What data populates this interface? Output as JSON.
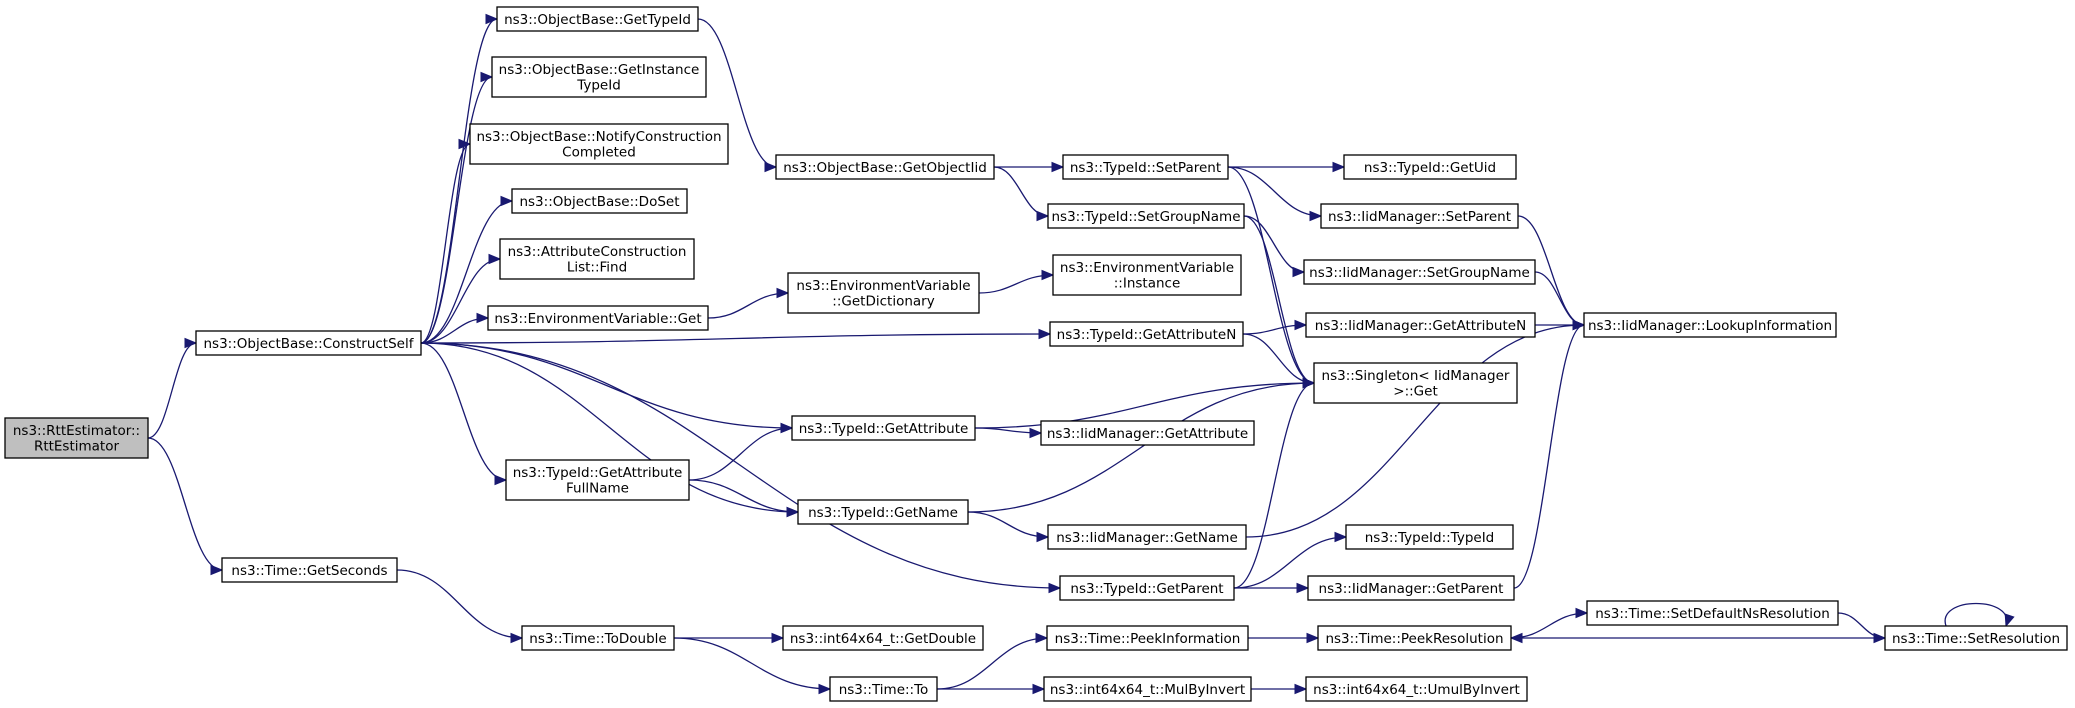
{
  "nodes": {
    "rtt": [
      "ns3::RttEstimator::",
      "RttEstimator"
    ],
    "construct": [
      "ns3::ObjectBase::ConstructSelf"
    ],
    "getseconds": [
      "ns3::Time::GetSeconds"
    ],
    "gettypeid": [
      "ns3::ObjectBase::GetTypeId"
    ],
    "getinstance": [
      "ns3::ObjectBase::GetInstance",
      "TypeId"
    ],
    "notify": [
      "ns3::ObjectBase::NotifyConstruction",
      "Completed"
    ],
    "doset": [
      "ns3::ObjectBase::DoSet"
    ],
    "attrfind": [
      "ns3::AttributeConstruction",
      "List::Find"
    ],
    "envget": [
      "ns3::EnvironmentVariable::Get"
    ],
    "getattrfull": [
      "ns3::TypeId::GetAttribute",
      "FullName"
    ],
    "todouble": [
      "ns3::Time::ToDouble"
    ],
    "getobjectiid": [
      "ns3::ObjectBase::GetObjectIid"
    ],
    "getdict": [
      "ns3::EnvironmentVariable",
      "::GetDictionary"
    ],
    "getattribute": [
      "ns3::TypeId::GetAttribute"
    ],
    "getname": [
      "ns3::TypeId::GetName"
    ],
    "getdouble": [
      "ns3::int64x64_t::GetDouble"
    ],
    "timeto": [
      "ns3::Time::To"
    ],
    "setparent": [
      "ns3::TypeId::SetParent"
    ],
    "setgroupname": [
      "ns3::TypeId::SetGroupName"
    ],
    "envinstance": [
      "ns3::EnvironmentVariable",
      "::Instance"
    ],
    "getattributen": [
      "ns3::TypeId::GetAttributeN"
    ],
    "iidgetattribute": [
      "ns3::IidManager::GetAttribute"
    ],
    "iidgetname": [
      "ns3::IidManager::GetName"
    ],
    "getparent": [
      "ns3::TypeId::GetParent"
    ],
    "peekinfo": [
      "ns3::Time::PeekInformation"
    ],
    "mulbyinvert": [
      "ns3::int64x64_t::MulByInvert"
    ],
    "getuid": [
      "ns3::TypeId::GetUid"
    ],
    "iidsetparent": [
      "ns3::IidManager::SetParent"
    ],
    "iidsetgroupname": [
      "ns3::IidManager::SetGroupName"
    ],
    "iidgetattributen": [
      "ns3::IidManager::GetAttributeN"
    ],
    "singleton": [
      "ns3::Singleton< IidManager",
      ">::Get"
    ],
    "typeidtypeid": [
      "ns3::TypeId::TypeId"
    ],
    "iidgetparent": [
      "ns3::IidManager::GetParent"
    ],
    "peekres": [
      "ns3::Time::PeekResolution"
    ],
    "umulbyinvert": [
      "ns3::int64x64_t::UmulByInvert"
    ],
    "lookup": [
      "ns3::IidManager::LookupInformation"
    ],
    "setdefaultns": [
      "ns3::Time::SetDefaultNsResolution"
    ],
    "setres": [
      "ns3::Time::SetResolution"
    ]
  },
  "edges": [
    [
      "rtt",
      "construct"
    ],
    [
      "rtt",
      "getseconds"
    ],
    [
      "construct",
      "gettypeid"
    ],
    [
      "construct",
      "getinstance"
    ],
    [
      "construct",
      "notify"
    ],
    [
      "construct",
      "doset"
    ],
    [
      "construct",
      "attrfind"
    ],
    [
      "construct",
      "envget"
    ],
    [
      "construct",
      "getattributen"
    ],
    [
      "construct",
      "getattribute"
    ],
    [
      "construct",
      "getattrfull"
    ],
    [
      "construct",
      "getname"
    ],
    [
      "construct",
      "getparent"
    ],
    [
      "gettypeid",
      "getobjectiid"
    ],
    [
      "getobjectiid",
      "setparent"
    ],
    [
      "getobjectiid",
      "setgroupname"
    ],
    [
      "setparent",
      "getuid"
    ],
    [
      "setparent",
      "iidsetparent"
    ],
    [
      "setparent",
      "singleton"
    ],
    [
      "setgroupname",
      "iidsetgroupname"
    ],
    [
      "setgroupname",
      "singleton"
    ],
    [
      "envget",
      "getdict"
    ],
    [
      "getdict",
      "envinstance"
    ],
    [
      "getattributen",
      "iidgetattributen"
    ],
    [
      "getattributen",
      "singleton"
    ],
    [
      "getattribute",
      "singleton"
    ],
    [
      "getattribute",
      "iidgetattribute"
    ],
    [
      "getattrfull",
      "getattribute"
    ],
    [
      "getattrfull",
      "getname"
    ],
    [
      "getname",
      "singleton"
    ],
    [
      "getname",
      "iidgetname"
    ],
    [
      "getparent",
      "typeidtypeid"
    ],
    [
      "getparent",
      "iidgetparent"
    ],
    [
      "getparent",
      "singleton"
    ],
    [
      "iidsetparent",
      "lookup"
    ],
    [
      "iidsetgroupname",
      "lookup"
    ],
    [
      "iidgetattributen",
      "lookup"
    ],
    [
      "iidgetname",
      "lookup"
    ],
    [
      "iidgetparent",
      "lookup"
    ],
    [
      "getseconds",
      "todouble"
    ],
    [
      "todouble",
      "getdouble"
    ],
    [
      "todouble",
      "timeto"
    ],
    [
      "timeto",
      "peekinfo"
    ],
    [
      "timeto",
      "mulbyinvert"
    ],
    [
      "peekinfo",
      "peekres"
    ],
    [
      "mulbyinvert",
      "umulbyinvert"
    ],
    [
      "peekres",
      "setdefaultns"
    ],
    [
      "setdefaultns",
      "setres"
    ],
    [
      "setres",
      "peekres"
    ],
    [
      "setres",
      "setres"
    ]
  ]
}
